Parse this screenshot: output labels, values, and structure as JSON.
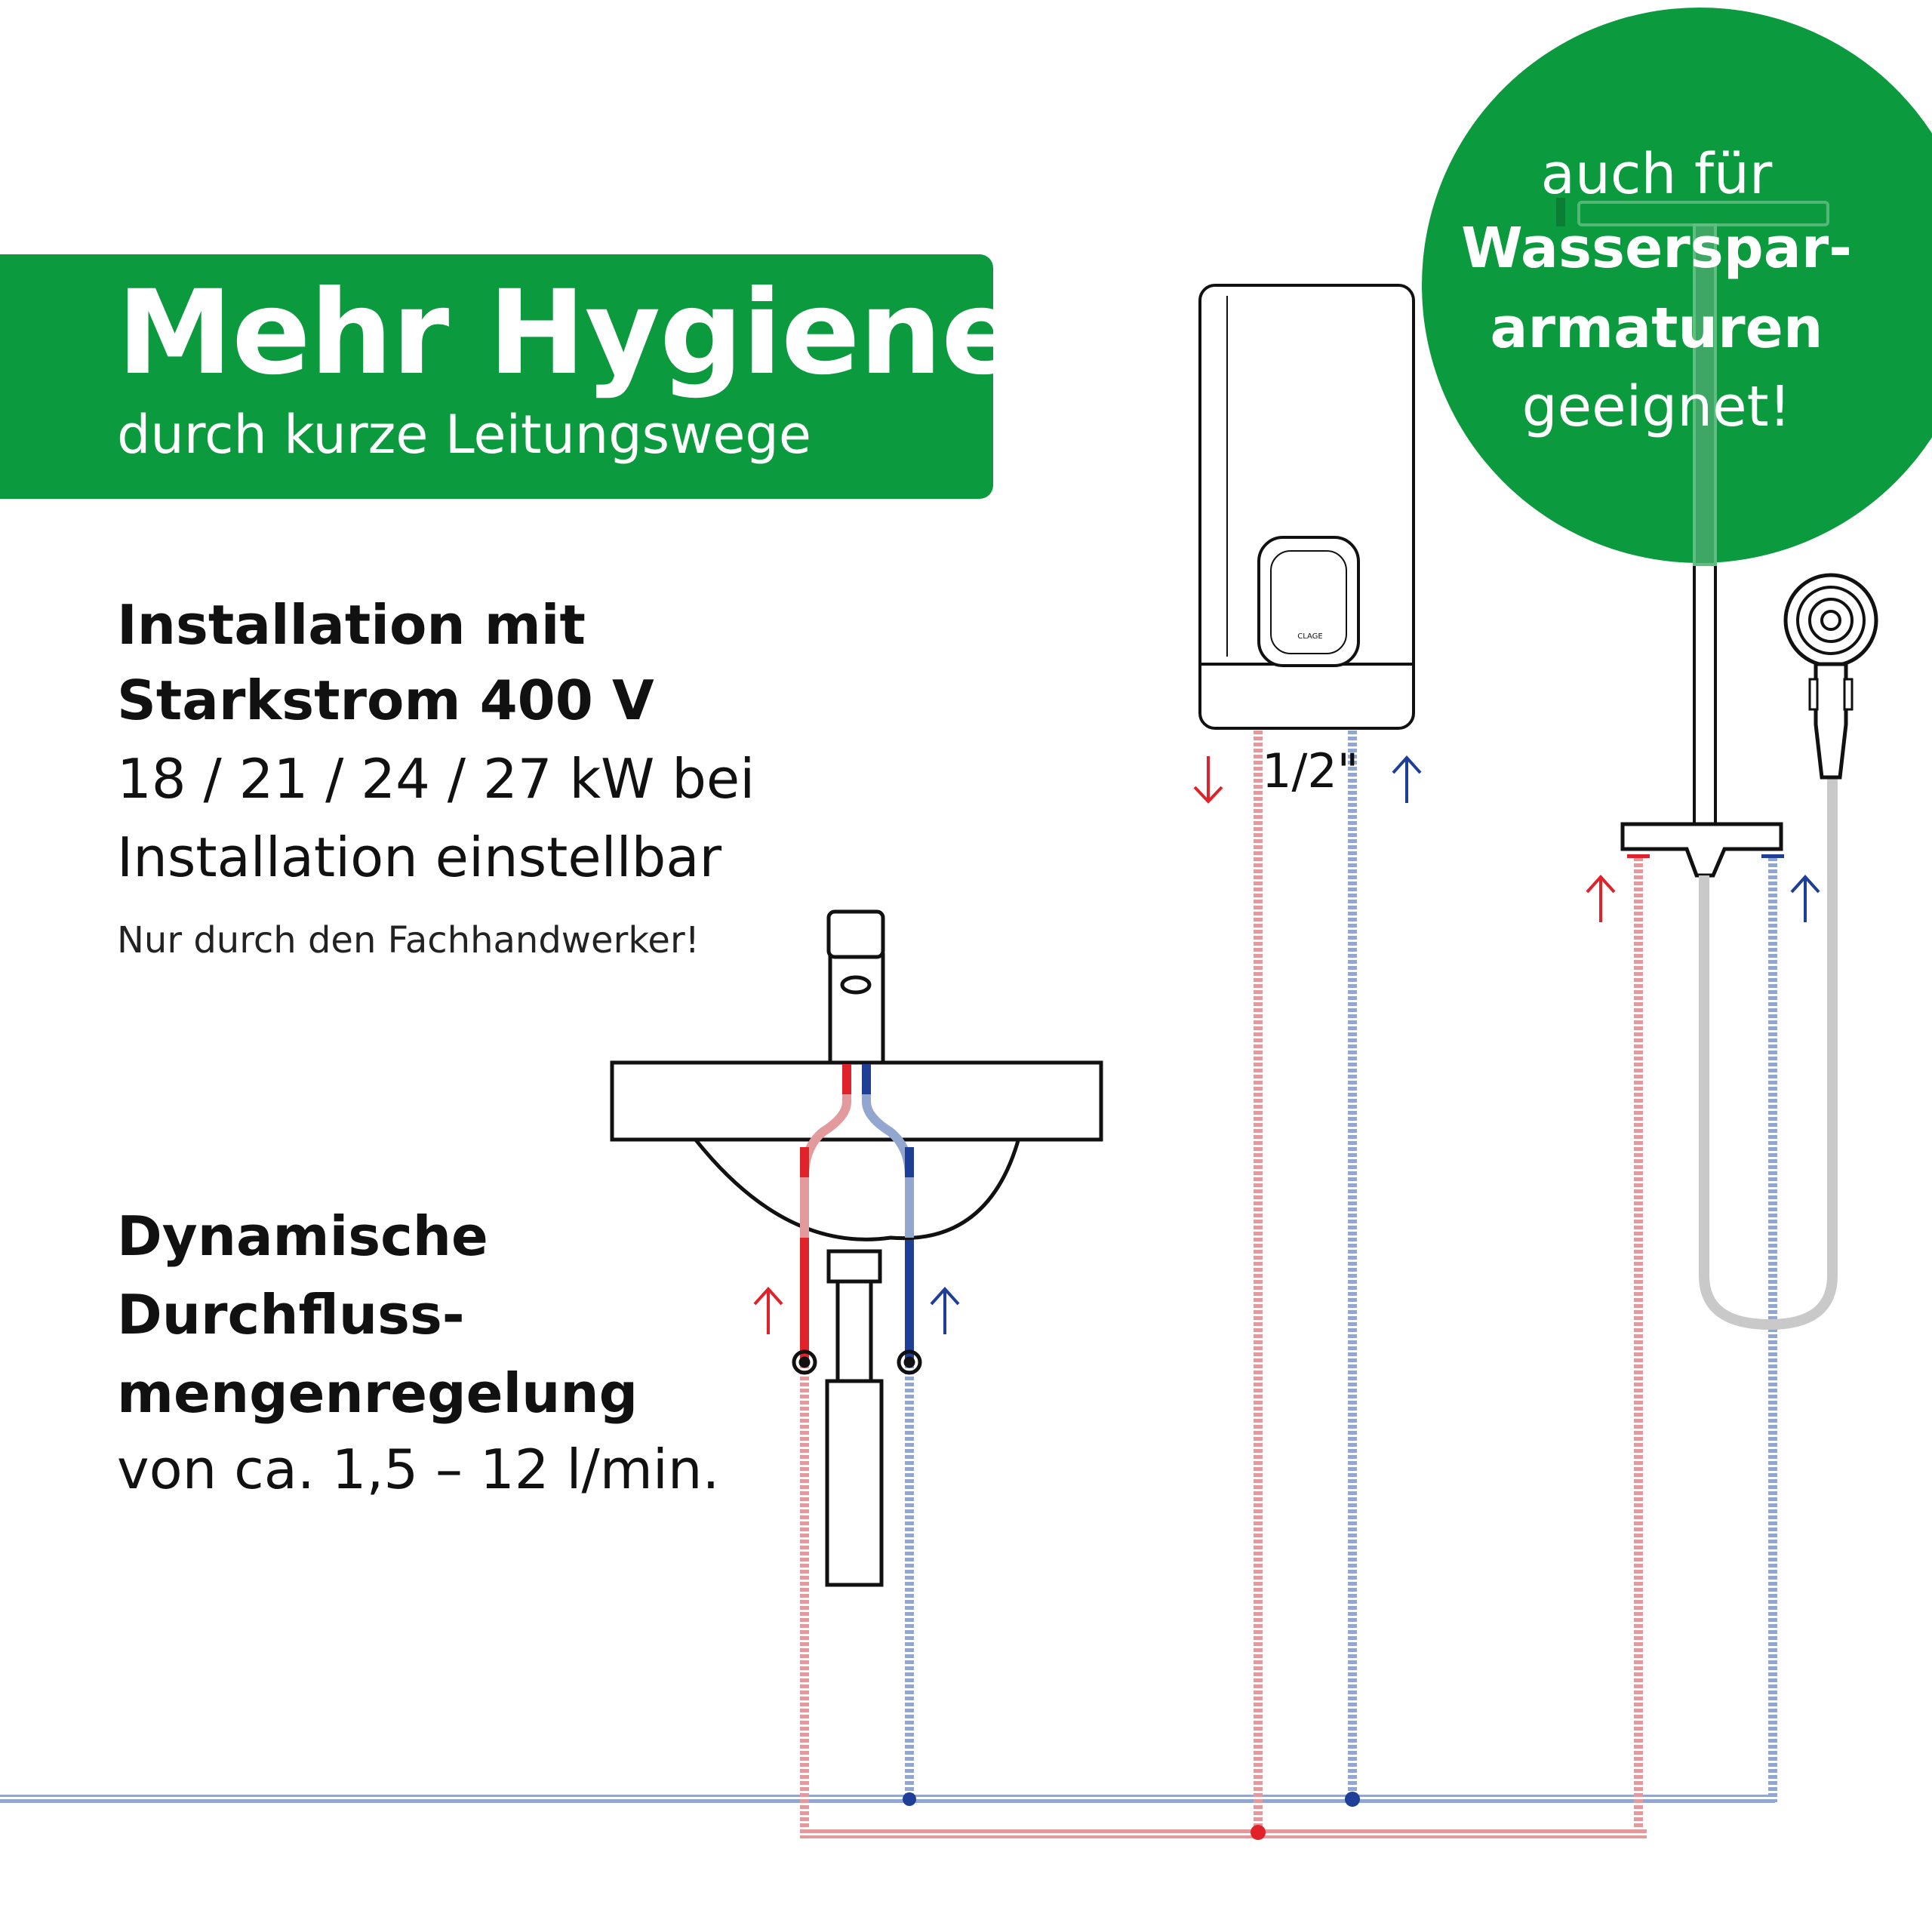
{
  "banner": {
    "title": "Mehr Hygiene",
    "subtitle": "durch kurze Leitungswege"
  },
  "installation": {
    "line1": "Installation mit",
    "line2": "Starkstrom 400 V",
    "line3": "18 / 21 / 24 / 27 kW bei",
    "line4": "Installation einstellbar",
    "note": "Nur durch den Fachhandwerker!"
  },
  "flow": {
    "line1": "Dynamische",
    "line2": "Durchfluss-",
    "line3": "mengenregelung",
    "line4": "von ca. 1,5 – 12 l/min."
  },
  "badge": {
    "line1": "auch für",
    "line2": "Wasserspar-",
    "line3": "armaturen",
    "line4": "geeignet!"
  },
  "heater": {
    "brand": "CLAGE",
    "pipe_size": "1/2\""
  },
  "colors": {
    "brand_green": "#0b9a3e",
    "hot": "#e0232b",
    "hot_light": "#e39a9c",
    "cold": "#1f3f97",
    "cold_light": "#93a6d0",
    "hose": "#c9c9c9"
  },
  "icons": [
    "arrow-down-icon",
    "arrow-up-icon"
  ]
}
